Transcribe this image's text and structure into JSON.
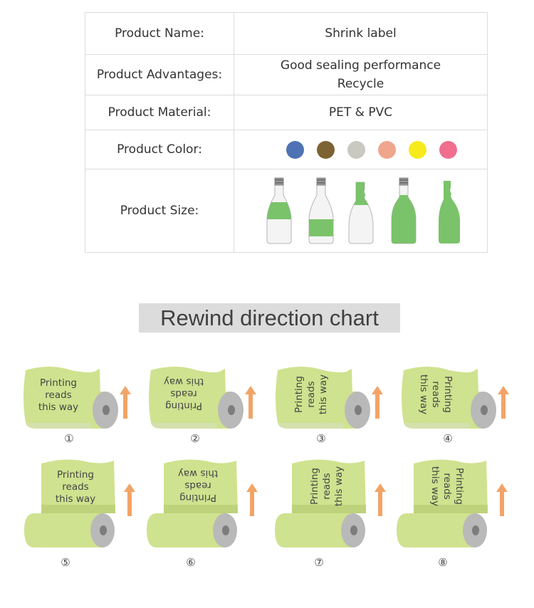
{
  "table": {
    "rows": [
      {
        "label": "Product Name:",
        "value": "Shrink label"
      },
      {
        "label": "Product Advantages:",
        "values": [
          "Good sealing performance",
          "Recycle"
        ]
      },
      {
        "label": "Product Material:",
        "value": "PET & PVC"
      },
      {
        "label": "Product Color:",
        "colors": [
          "#4f72b4",
          "#7d6232",
          "#c9c9c1",
          "#f0a58d",
          "#f7ea1c",
          "#f06f8e"
        ]
      },
      {
        "label": "Product Size:",
        "bottles": [
          "shrink-band-middle",
          "shrink-band-lower",
          "top-and-neck-sleeve",
          "body-sleeve",
          "full-body-sleeve"
        ]
      }
    ]
  },
  "chart": {
    "title": "Rewind direction chart",
    "label_text": "Printing reads this way",
    "numbers": [
      "①",
      "②",
      "③",
      "④",
      "⑤",
      "⑥",
      "⑦",
      "⑧"
    ],
    "colors": {
      "paper": "#cfe28f",
      "core": "#b9b9b9",
      "arrow": "#f2a468"
    }
  }
}
